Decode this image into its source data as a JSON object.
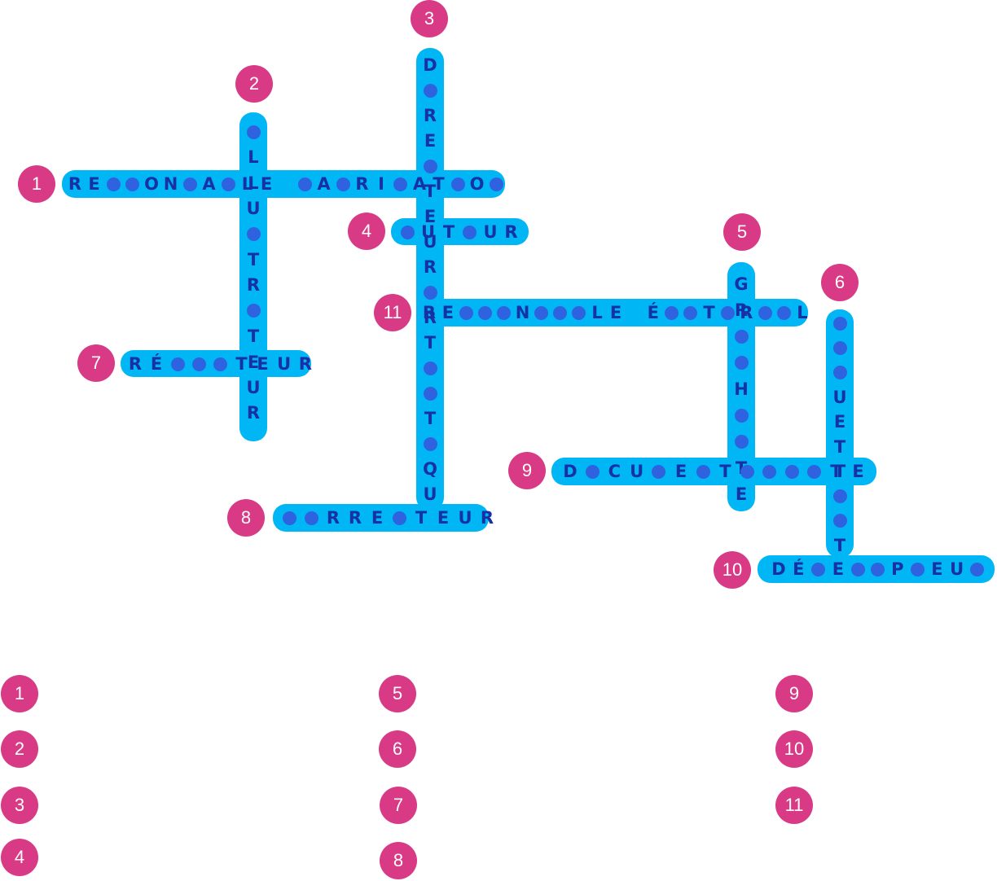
{
  "words": [
    {
      "number": "1",
      "direction": "across",
      "letters": [
        "R",
        "E",
        "●",
        "●",
        "O",
        "N",
        "●",
        "A",
        "●",
        "L",
        "E",
        " ",
        "●",
        "A",
        "●",
        "R",
        "I",
        "●",
        "A",
        "T",
        "●",
        "O",
        "●"
      ]
    },
    {
      "number": "2",
      "direction": "down",
      "letters": [
        "●",
        "L",
        "L",
        "U",
        "●",
        "T",
        "R",
        "●",
        "T",
        "E",
        "U",
        "R"
      ]
    },
    {
      "number": "3",
      "direction": "down",
      "letters": [
        "D",
        "●",
        "R",
        "E",
        "●",
        "T",
        "E",
        "U",
        "R",
        "●",
        "R",
        "T",
        "●",
        "●",
        "T",
        "●",
        "Q",
        "U"
      ]
    },
    {
      "number": "4",
      "direction": "across",
      "letters": [
        "●",
        "U",
        "T",
        "●",
        "U",
        "R"
      ]
    },
    {
      "number": "5",
      "direction": "down",
      "letters": [
        "G",
        "R",
        "●",
        "●",
        "H",
        "●",
        "●",
        "T",
        "E"
      ]
    },
    {
      "number": "6",
      "direction": "down",
      "letters": [
        "●",
        "●",
        "●",
        "U",
        "E",
        "T",
        "T",
        "●",
        "●",
        "T"
      ]
    },
    {
      "number": "7",
      "direction": "across",
      "letters": [
        "R",
        "É",
        "●",
        "●",
        "●",
        "T",
        "E",
        "U",
        "R"
      ]
    },
    {
      "number": "8",
      "direction": "across",
      "letters": [
        "●",
        "●",
        "R",
        "R",
        "E",
        "●",
        "T",
        "E",
        "U",
        "R"
      ]
    },
    {
      "number": "9",
      "direction": "across",
      "letters": [
        "D",
        "●",
        "C",
        "U",
        "●",
        "E",
        "●",
        "T",
        "●",
        "●",
        "●",
        "●",
        "T",
        "E"
      ]
    },
    {
      "number": "10",
      "direction": "across",
      "letters": [
        "D",
        "É",
        "●",
        "E",
        "●",
        "●",
        "P",
        "●",
        "E",
        "U",
        "●"
      ]
    },
    {
      "number": "11",
      "direction": "across",
      "letters": [
        "R",
        "E",
        "●",
        "●",
        "●",
        "N",
        "●",
        "●",
        "●",
        "L",
        "E",
        " ",
        "É",
        "●",
        "●",
        "T",
        "●",
        "R",
        "●",
        "●",
        "L"
      ]
    }
  ],
  "answer_key": {
    "column1": [
      "1",
      "2",
      "3",
      "4"
    ],
    "column2": [
      "5",
      "6",
      "7",
      "8"
    ],
    "column3": [
      "9",
      "10",
      "11"
    ]
  },
  "colors": {
    "bar": "#00b6f5",
    "badge": "#d93a86",
    "letter": "#1730a6",
    "blank": "#2f62df"
  }
}
